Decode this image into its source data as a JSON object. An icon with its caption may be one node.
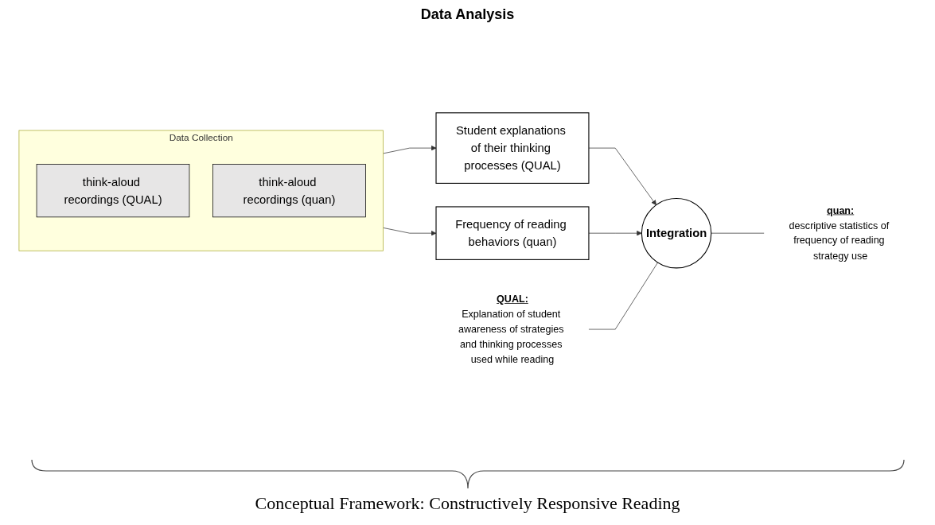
{
  "diagram": {
    "caption": "Conceptual Framework: Constructively Responsive Reading",
    "nodes": [
      {
        "text": [
          "Data Collection"
        ]
      },
      {
        "text": [
          "think-aloud recordings (QUAL)"
        ],
        "in": 0
      },
      {
        "text": [
          "think-aloud recordings (quan)"
        ],
        "in": 0
      },
      {
        "text": [
          "Student explanations of their thinking processes (QUAL)"
        ]
      },
      {
        "text": [
          "Frequency of reading behaviors (quan)"
        ]
      },
      {
        "text": [
          "Integration"
        ]
      },
      {
        "text": [
          "QUAL:",
          "Explanation of student awareness of strategies and thinking processes used while reading"
        ]
      },
      {
        "text": [
          "quan:",
          "descriptive statistics of frequency of reading strategy use"
        ]
      }
    ],
    "edges": [
      {
        "from": 0,
        "to": 3,
        "arrow": "to"
      },
      {
        "from": 0,
        "to": 4,
        "arrow": "to"
      },
      {
        "from": 3,
        "to": 5,
        "arrow": "to"
      },
      {
        "from": 4,
        "to": 5,
        "arrow": "to"
      },
      {
        "from": 6,
        "to": 5,
        "arrow": "none"
      },
      {
        "from": 5,
        "to": 7,
        "arrow": "none"
      }
    ],
    "labels": [
      "Data Analysis"
    ]
  }
}
